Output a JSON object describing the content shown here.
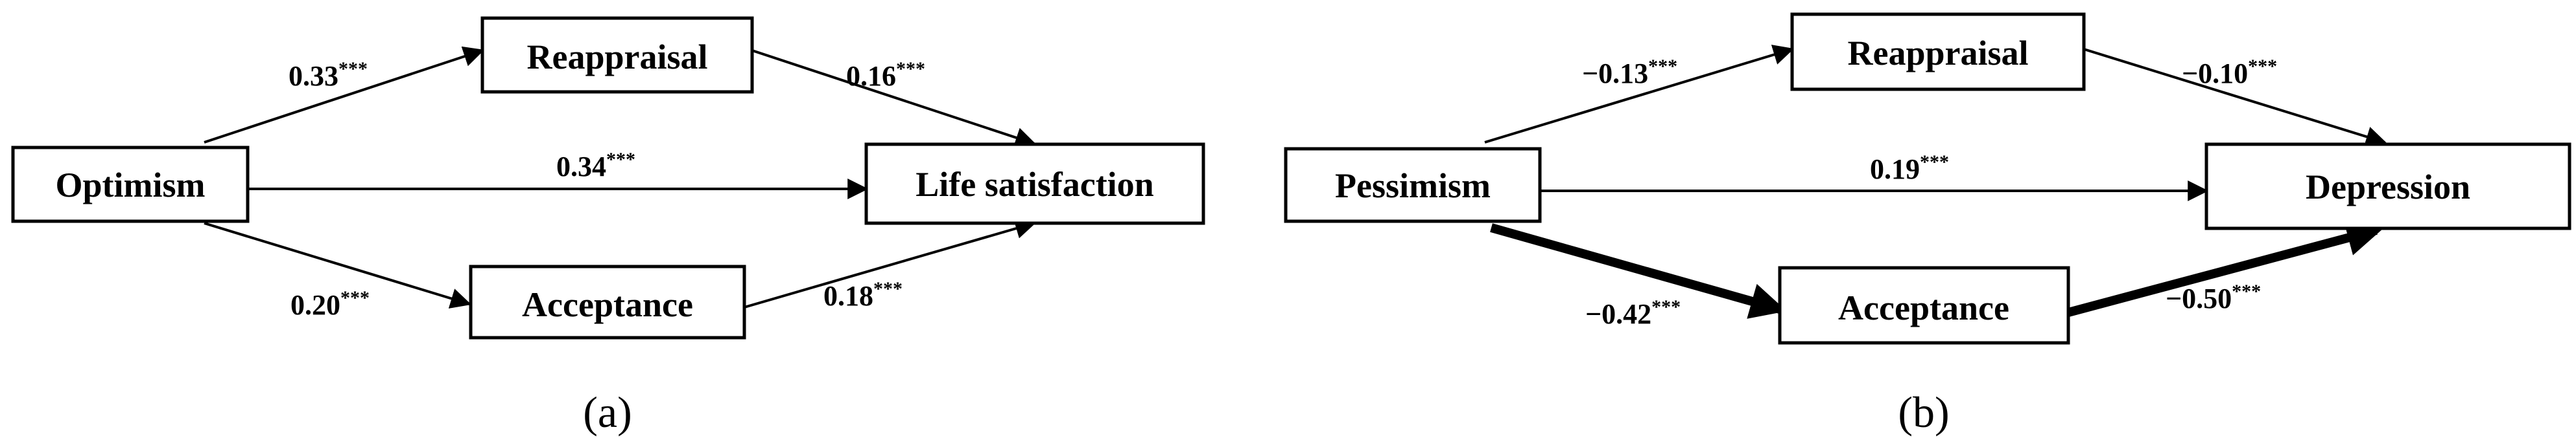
{
  "panel_a": {
    "label": "(a)",
    "nodes": {
      "predictor": "Optimism",
      "mediator_top": "Reappraisal",
      "mediator_bottom": "Acceptance",
      "outcome": "Life satisfaction"
    },
    "paths": {
      "predictor_to_top": {
        "coef": "0.33",
        "sig": "***"
      },
      "top_to_outcome": {
        "coef": "0.16",
        "sig": "***"
      },
      "direct": {
        "coef": "0.34",
        "sig": "***"
      },
      "predictor_to_bottom": {
        "coef": "0.20",
        "sig": "***"
      },
      "bottom_to_outcome": {
        "coef": "0.18",
        "sig": "***"
      }
    }
  },
  "panel_b": {
    "label": "(b)",
    "nodes": {
      "predictor": "Pessimism",
      "mediator_top": "Reappraisal",
      "mediator_bottom": "Acceptance",
      "outcome": "Depression"
    },
    "paths": {
      "predictor_to_top": {
        "coef": "−0.13",
        "sig": "***"
      },
      "top_to_outcome": {
        "coef": "−0.10",
        "sig": "***"
      },
      "direct": {
        "coef": "0.19",
        "sig": "***"
      },
      "predictor_to_bottom": {
        "coef": "−0.42",
        "sig": "***"
      },
      "bottom_to_outcome": {
        "coef": "−0.50",
        "sig": "***"
      }
    }
  }
}
